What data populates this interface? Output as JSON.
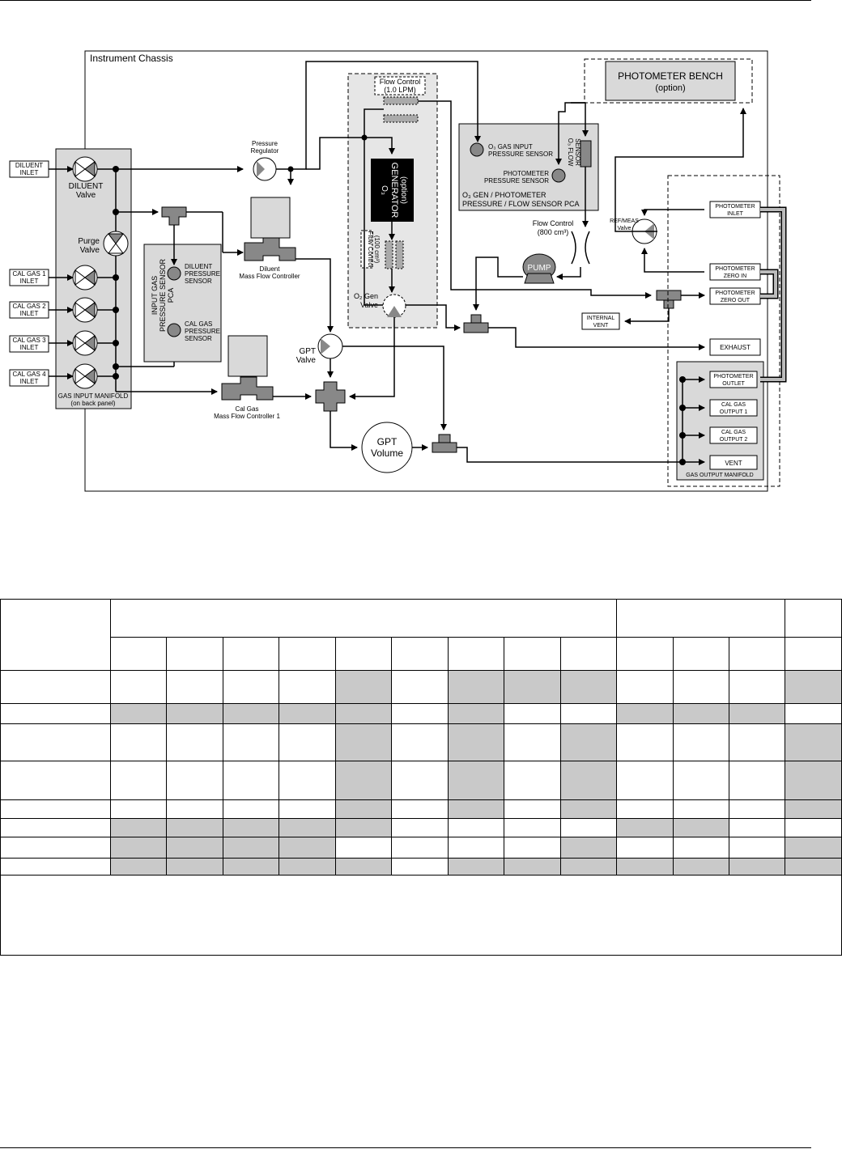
{
  "diagram": {
    "chassis_title": "Instrument Chassis",
    "photometer_bench": {
      "line1": "PHOTOMETER BENCH",
      "line2": "(option)"
    },
    "flow_control_top": {
      "line1": "Flow Control",
      "line2": "(1.0 LPM)"
    },
    "o3_generator": {
      "line1": "O₃",
      "line2": "GENERATOR",
      "line3": "(option)"
    },
    "flow_control_gen": {
      "line1": "Flow Control",
      "line2": "(100 cm³)"
    },
    "o3_gen_valve": {
      "line1": "O₂ Gen",
      "line2": "Valve"
    },
    "sensor_pca": {
      "o3_input": {
        "line1": "O₃ GAS INPUT",
        "line2": "PRESSURE SENSOR"
      },
      "photometer_pressure": {
        "line1": "PHOTOMETER",
        "line2": "PRESSURE SENSOR"
      },
      "o3_flow": {
        "line1": "O₃ FLOW",
        "line2": "SENSOR"
      },
      "title1": "O₃ GEN / PHOTOMETER",
      "title2": "PRESSURE / FLOW SENSOR PCA"
    },
    "pressure_regulator": {
      "line1": "Pressure",
      "line2": "Regulator"
    },
    "diluent_inlet": {
      "line1": "DILUENT",
      "line2": "INLET"
    },
    "diluent_valve": {
      "line1": "DILUENT",
      "line2": "Valve"
    },
    "purge_valve": {
      "line1": "Purge",
      "line2": "Valve"
    },
    "cal_gas_inlets": [
      {
        "line1": "CAL GAS 1",
        "line2": "INLET"
      },
      {
        "line1": "CAL GAS 2",
        "line2": "INLET"
      },
      {
        "line1": "CAL GAS 3",
        "line2": "INLET"
      },
      {
        "line1": "CAL GAS 4",
        "line2": "INLET"
      }
    ],
    "gas_input_manifold": {
      "line1": "GAS INPUT MANIFOLD",
      "line2": "(on back panel)"
    },
    "input_pressure_pca": {
      "line1": "INPUT GAS",
      "line2": "PRESSURE SENSOR",
      "line3": "PCA"
    },
    "diluent_pressure_sensor": {
      "line1": "DILUENT",
      "line2": "PRESSURE",
      "line3": "SENSOR"
    },
    "cal_gas_pressure_sensor": {
      "line1": "CAL GAS",
      "line2": "PRESSURE",
      "line3": "SENSOR"
    },
    "diluent_mfc": {
      "line1": "Diluent",
      "line2": "Mass Flow Controller"
    },
    "cal_gas_mfc": {
      "line1": "Cal Gas",
      "line2": "Mass Flow Controller 1"
    },
    "gpt_valve": {
      "line1": "GPT",
      "line2": "Valve"
    },
    "gpt_volume": {
      "line1": "GPT",
      "line2": "Volume"
    },
    "pump": "PUMP",
    "flow_control_800": {
      "line1": "Flow Control",
      "line2": "(800 cm³)"
    },
    "ref_meas_valve": {
      "line1": "REF/MEAS",
      "line2": "Valve"
    },
    "internal_vent": {
      "line1": "INTERNAL",
      "line2": "VENT"
    },
    "photometer_inlet": {
      "line1": "PHOTOMETER",
      "line2": "INLET"
    },
    "photometer_zero_in": {
      "line1": "PHOTOMETER",
      "line2": "ZERO IN"
    },
    "photometer_zero_out": {
      "line1": "PHOTOMETER",
      "line2": "ZERO OUT"
    },
    "exhaust": "EXHAUST",
    "photometer_outlet": {
      "line1": "PHOTOMETER",
      "line2": "OUTLET"
    },
    "cal_gas_output_1": {
      "line1": "CAL GAS",
      "line2": "OUTPUT 1"
    },
    "cal_gas_output_2": {
      "line1": "CAL GAS",
      "line2": "OUTPUT 2"
    },
    "vent": "VENT",
    "gas_output_manifold": "GAS OUTPUT MANIFOLD"
  },
  "table": {
    "shading_rows": [
      [
        0,
        0,
        0,
        0,
        1,
        0,
        1,
        1,
        1,
        0,
        0,
        0,
        1
      ],
      [
        1,
        1,
        1,
        1,
        1,
        0,
        1,
        0,
        0,
        1,
        1,
        1,
        0
      ],
      [
        0,
        0,
        0,
        0,
        1,
        0,
        1,
        0,
        1,
        0,
        0,
        0,
        1
      ],
      [
        0,
        0,
        0,
        0,
        1,
        0,
        1,
        0,
        1,
        0,
        0,
        0,
        1
      ],
      [
        0,
        0,
        0,
        0,
        1,
        0,
        1,
        0,
        1,
        0,
        0,
        0,
        1
      ],
      [
        1,
        1,
        1,
        1,
        1,
        0,
        0,
        0,
        0,
        1,
        1,
        0,
        0
      ],
      [
        1,
        1,
        1,
        1,
        0,
        0,
        0,
        0,
        1,
        0,
        0,
        0,
        1
      ],
      [
        1,
        1,
        1,
        1,
        1,
        0,
        1,
        1,
        1,
        1,
        1,
        1,
        1
      ]
    ]
  },
  "colors": {
    "shade": "#c9c9c9",
    "component_fill": "#d9d9d9",
    "line": "#000000"
  }
}
